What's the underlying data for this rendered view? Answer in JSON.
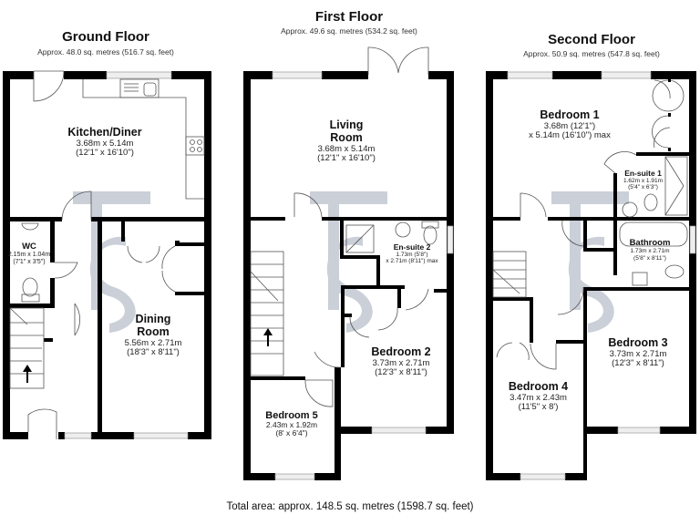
{
  "floors": [
    {
      "title": "Ground Floor",
      "area": "Approx. 48.0 sq. metres (516.7 sq. feet)",
      "rooms": [
        {
          "name": "Kitchen/Diner",
          "dim1": "3.68m x 5.14m",
          "dim2": "(12'1\" x 16'10\")"
        },
        {
          "name": "WC",
          "dim1": "2.15m x 1.04m",
          "dim2": "(7'1\" x 3'5\")"
        },
        {
          "name": "Dining",
          "name2": "Room",
          "dim1": "5.56m x 2.71m",
          "dim2": "(18'3\" x 8'11\")"
        }
      ]
    },
    {
      "title": "First Floor",
      "area": "Approx. 49.6 sq. metres (534.2 sq. feet)",
      "rooms": [
        {
          "name": "Living",
          "name2": "Room",
          "dim1": "3.68m x 5.14m",
          "dim2": "(12'1\" x 16'10\")"
        },
        {
          "name": "En-suite 2",
          "dim1": "1.73m (5'8\")",
          "dim2": "x 2.71m (8'11\") max"
        },
        {
          "name": "Bedroom 2",
          "dim1": "3.73m x 2.71m",
          "dim2": "(12'3\" x 8'11\")"
        },
        {
          "name": "Bedroom 5",
          "dim1": "2.43m x 1.92m",
          "dim2": "(8' x 6'4\")"
        }
      ]
    },
    {
      "title": "Second Floor",
      "area": "Approx. 50.9 sq. metres (547.8 sq. feet)",
      "rooms": [
        {
          "name": "Bedroom 1",
          "dim1": "3.68m (12'1\")",
          "dim2": "x 5.14m (16'10\") max"
        },
        {
          "name": "En-suite 1",
          "dim1": "1.62m x 1.91m",
          "dim2": "(5'4\" x 6'3\")"
        },
        {
          "name": "Bathroom",
          "dim1": "1.73m x 2.71m",
          "dim2": "(5'8\" x 8'11\")"
        },
        {
          "name": "Bedroom 3",
          "dim1": "3.73m x 2.71m",
          "dim2": "(12'3\" x 8'11\")"
        },
        {
          "name": "Bedroom 4",
          "dim1": "3.47m x 2.43m",
          "dim2": "(11'5\" x 8')"
        }
      ]
    }
  ],
  "total_area": "Total area: approx. 148.5 sq. metres (1598.7 sq. feet)",
  "colors": {
    "wall": "#000000",
    "fixture": "#555555",
    "window": "#e6e6e6",
    "watermark": "#b9c0cb"
  },
  "icons": [
    "stairs-up-arrow-icon",
    "watermark-logo-icon",
    "sink-icon",
    "toilet-icon",
    "hob-icon",
    "shower-icon",
    "bath-icon"
  ]
}
